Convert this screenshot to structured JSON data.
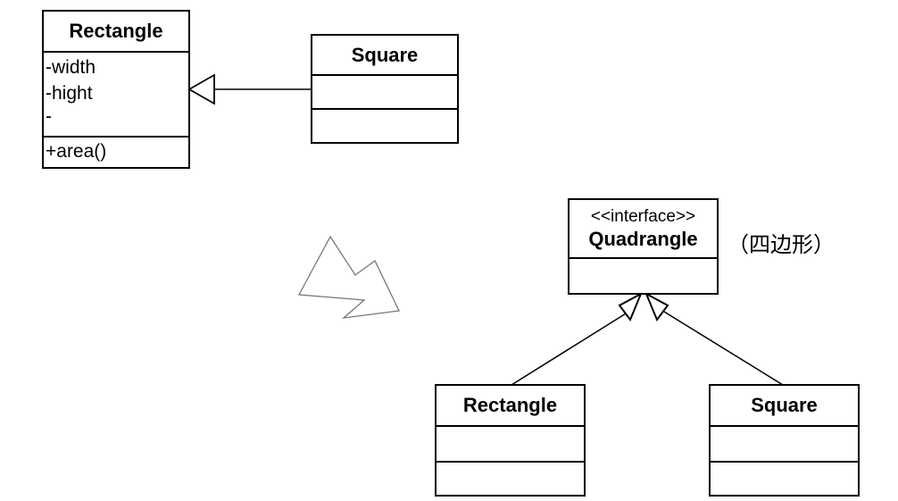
{
  "before": {
    "rectangle": {
      "name": "Rectangle",
      "attributes": [
        "-width",
        "-hight",
        "-"
      ],
      "operations": [
        "+area()"
      ]
    },
    "square": {
      "name": "Square",
      "attributes": [],
      "operations": []
    }
  },
  "after": {
    "interface": {
      "stereotype": "<<interface>>",
      "name": "Quadrangle",
      "note": "（四边形）"
    },
    "rectangle": {
      "name": "Rectangle"
    },
    "square": {
      "name": "Square"
    }
  },
  "colors": {
    "line": "#000000",
    "background": "#ffffff",
    "arrow_outline": "#777777"
  }
}
